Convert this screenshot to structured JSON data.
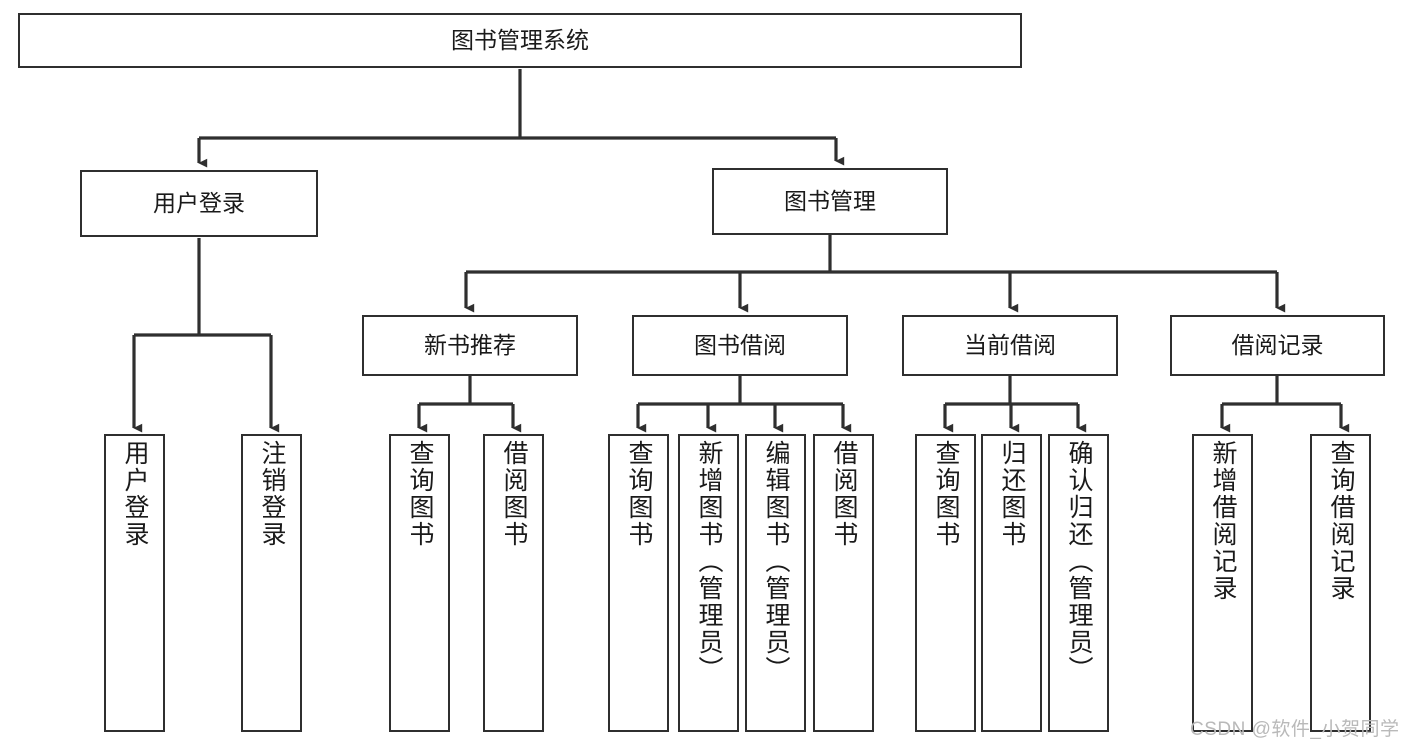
{
  "diagram": {
    "title": "图书管理系统",
    "type": "hierarchy-tree",
    "watermark": "CSDN @软件_小贺同学",
    "colors": {
      "box_border": "#2f2f2f",
      "box_fill": "#ffffff",
      "edge": "#2f2f2f",
      "text": "#1a1a1a",
      "watermark": "#b9b9b9"
    },
    "levels": {
      "root": "图书管理系统",
      "level2": [
        "用户登录",
        "图书管理"
      ],
      "level3": [
        "新书推荐",
        "图书借阅",
        "当前借阅",
        "借阅记录"
      ],
      "level4": [
        "用户登录",
        "注销登录",
        "查询图书",
        "借阅图书",
        "查询图书",
        "新增图书（管理员）",
        "编辑图书（管理员）",
        "借阅图书",
        "查询图书",
        "归还图书",
        "确认归还（管理员）",
        "新增借阅记录",
        "查询借阅记录"
      ]
    },
    "nodes": {
      "root": {
        "label": "图书管理系统"
      },
      "user_login": {
        "label": "用户登录"
      },
      "book_manage": {
        "label": "图书管理"
      },
      "new_book_rec": {
        "label": "新书推荐"
      },
      "book_borrow": {
        "label": "图书借阅"
      },
      "current_borrow": {
        "label": "当前借阅"
      },
      "borrow_record": {
        "label": "借阅记录"
      },
      "leaf_user_login": {
        "label": "用户登录"
      },
      "leaf_logout": {
        "label": "注销登录"
      },
      "leaf_query_book_1": {
        "label": "查询图书"
      },
      "leaf_borrow_book_1": {
        "label": "借阅图书"
      },
      "leaf_query_book_2": {
        "label": "查询图书"
      },
      "leaf_add_book": {
        "label": "新增图书（管理员）"
      },
      "leaf_edit_book": {
        "label": "编辑图书（管理员）"
      },
      "leaf_borrow_book_2": {
        "label": "借阅图书"
      },
      "leaf_query_book_3": {
        "label": "查询图书"
      },
      "leaf_return_book": {
        "label": "归还图书"
      },
      "leaf_confirm_return": {
        "label": "确认归还（管理员）"
      },
      "leaf_add_record": {
        "label": "新增借阅记录"
      },
      "leaf_query_record": {
        "label": "查询借阅记录"
      }
    }
  }
}
